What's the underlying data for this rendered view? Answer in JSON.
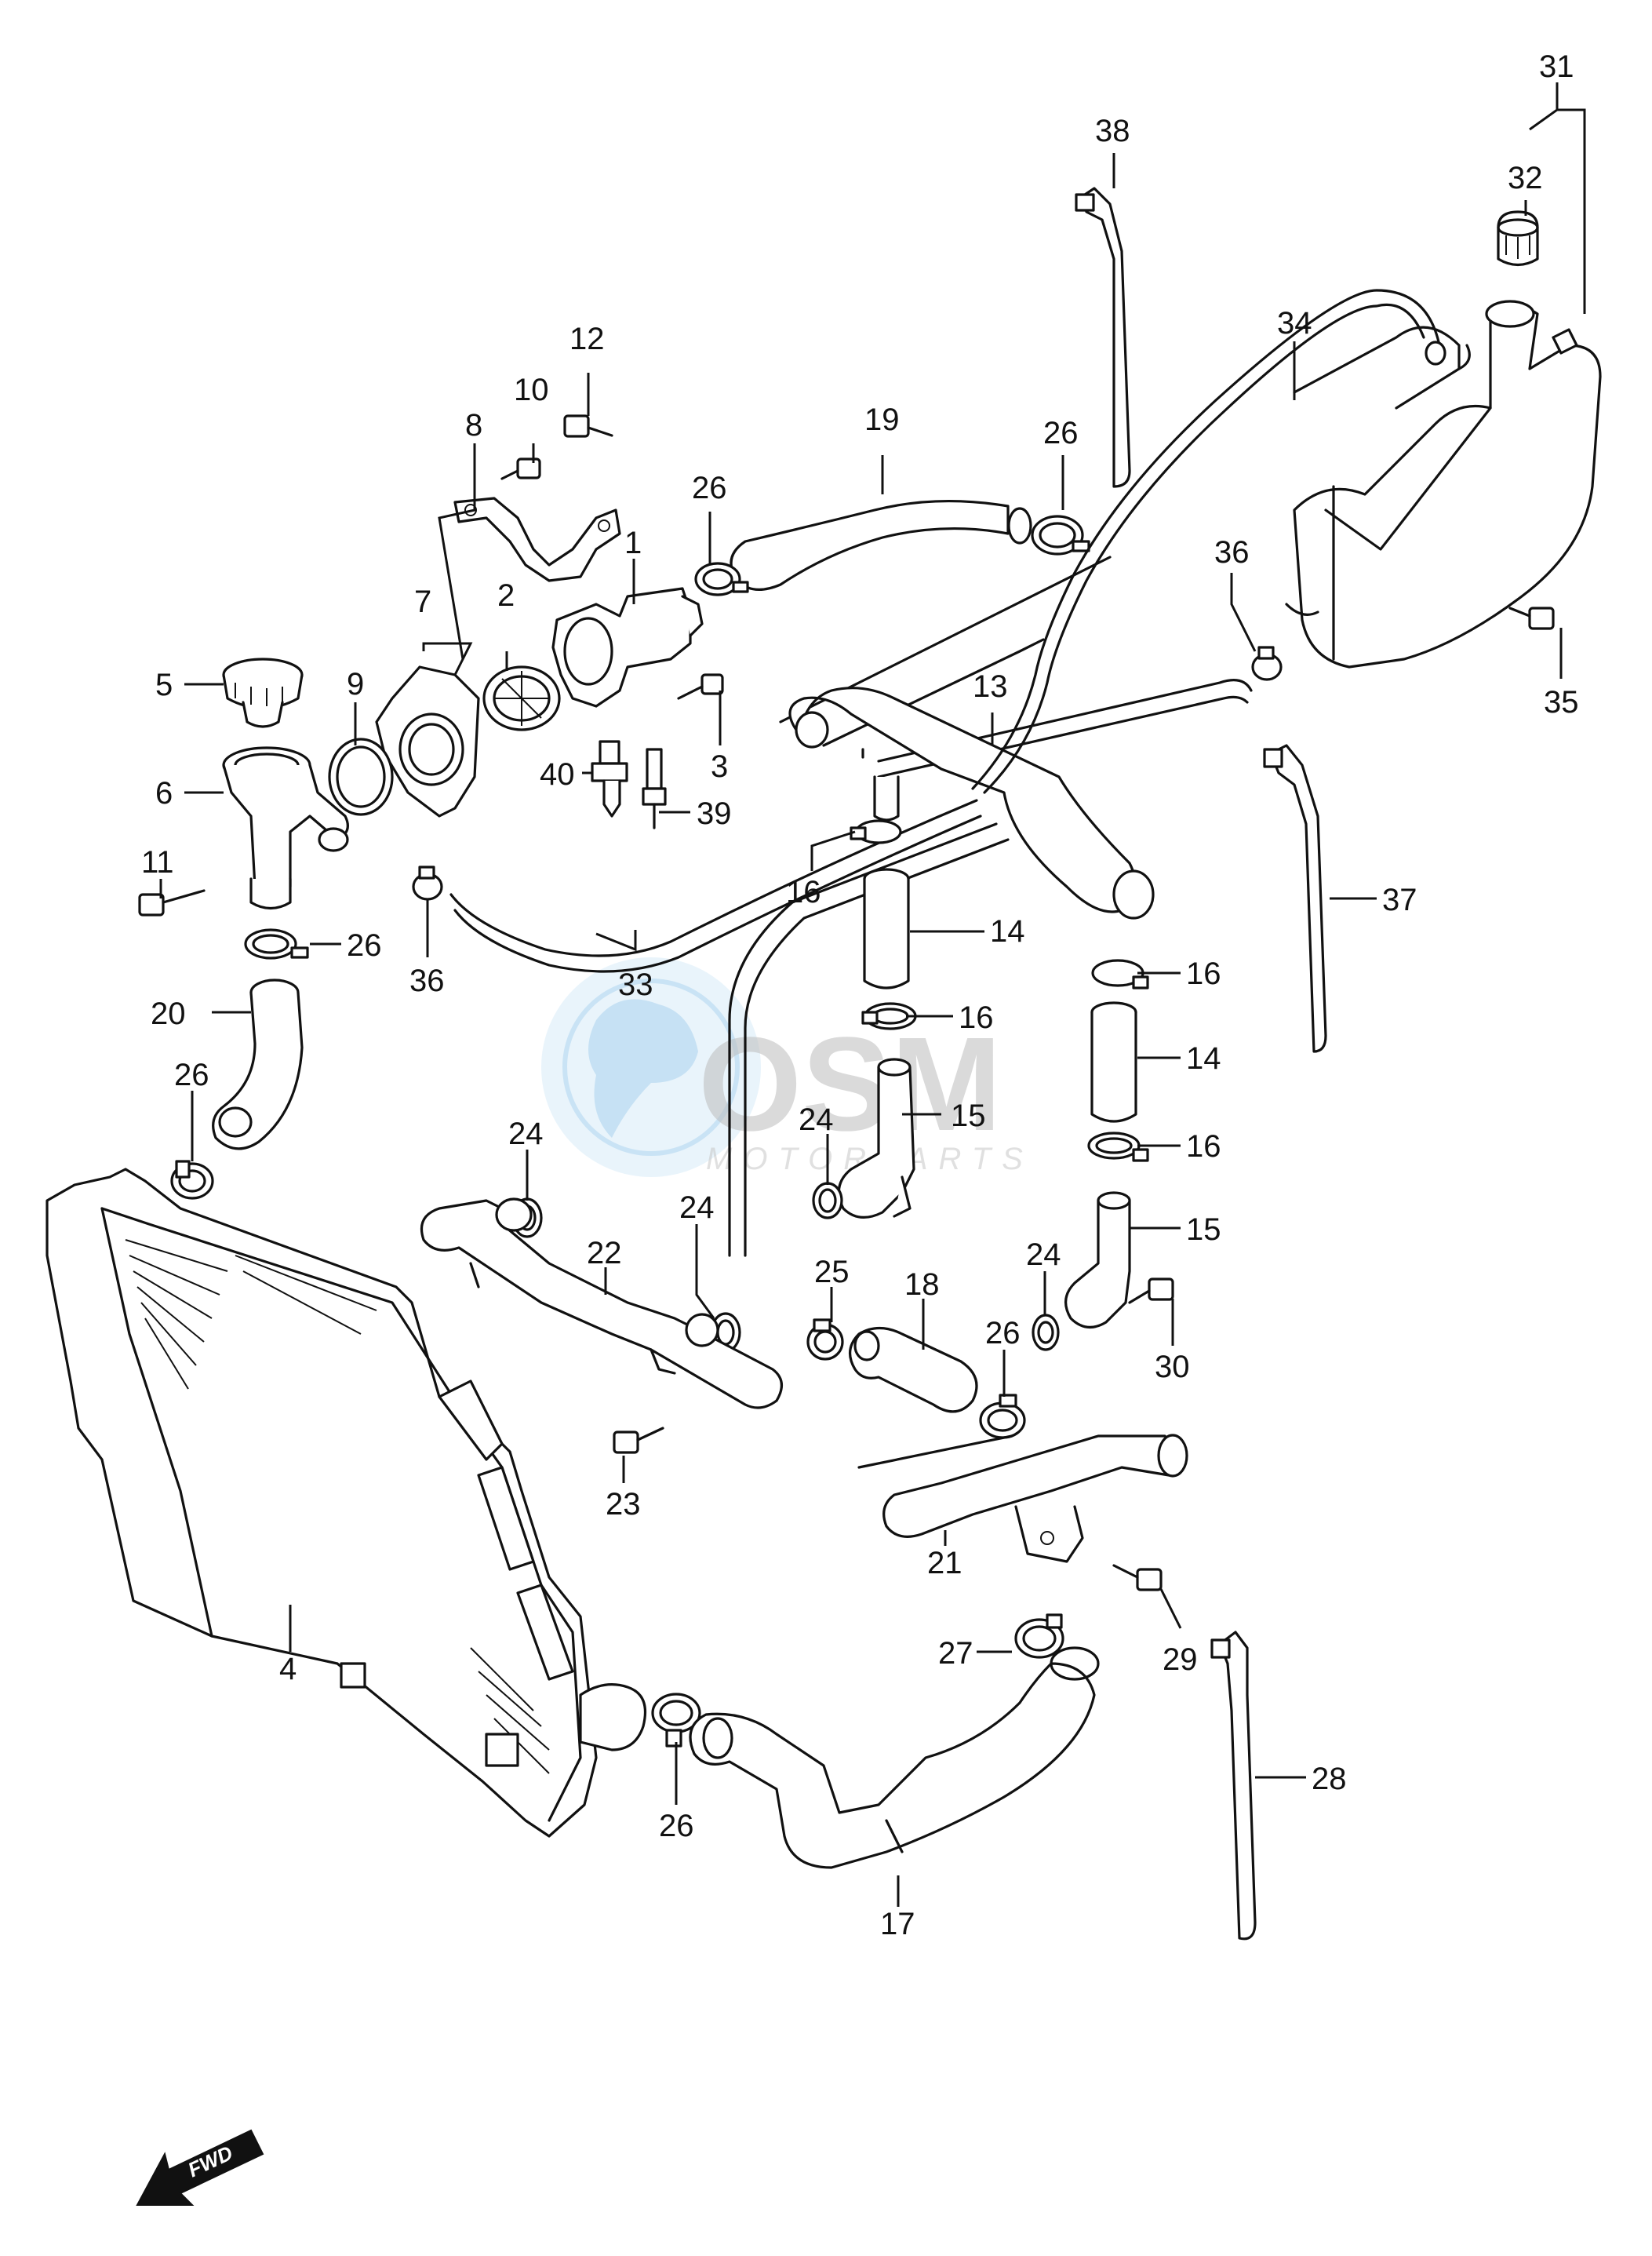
{
  "callouts": [
    {
      "id": "1",
      "label": "1"
    },
    {
      "id": "2",
      "label": "2"
    },
    {
      "id": "3",
      "label": "3"
    },
    {
      "id": "4",
      "label": "4"
    },
    {
      "id": "5",
      "label": "5"
    },
    {
      "id": "6",
      "label": "6"
    },
    {
      "id": "7",
      "label": "7"
    },
    {
      "id": "8",
      "label": "8"
    },
    {
      "id": "9",
      "label": "9"
    },
    {
      "id": "10",
      "label": "10"
    },
    {
      "id": "11",
      "label": "11"
    },
    {
      "id": "12",
      "label": "12"
    },
    {
      "id": "13",
      "label": "13"
    },
    {
      "id": "14",
      "label": "14"
    },
    {
      "id": "15",
      "label": "15"
    },
    {
      "id": "16",
      "label": "16"
    },
    {
      "id": "17",
      "label": "17"
    },
    {
      "id": "18",
      "label": "18"
    },
    {
      "id": "19",
      "label": "19"
    },
    {
      "id": "20",
      "label": "20"
    },
    {
      "id": "21",
      "label": "21"
    },
    {
      "id": "22",
      "label": "22"
    },
    {
      "id": "23",
      "label": "23"
    },
    {
      "id": "24",
      "label": "24"
    },
    {
      "id": "25",
      "label": "25"
    },
    {
      "id": "26",
      "label": "26"
    },
    {
      "id": "27",
      "label": "27"
    },
    {
      "id": "28",
      "label": "28"
    },
    {
      "id": "29",
      "label": "29"
    },
    {
      "id": "30",
      "label": "30"
    },
    {
      "id": "31",
      "label": "31"
    },
    {
      "id": "32",
      "label": "32"
    },
    {
      "id": "33",
      "label": "33"
    },
    {
      "id": "34",
      "label": "34"
    },
    {
      "id": "35",
      "label": "35"
    },
    {
      "id": "36",
      "label": "36"
    },
    {
      "id": "37",
      "label": "37"
    },
    {
      "id": "38",
      "label": "38"
    },
    {
      "id": "39",
      "label": "39"
    },
    {
      "id": "40",
      "label": "40"
    }
  ],
  "watermark": {
    "brand": "OSM",
    "sub": "MOTORPARTS"
  },
  "fwd_label": "FWD"
}
